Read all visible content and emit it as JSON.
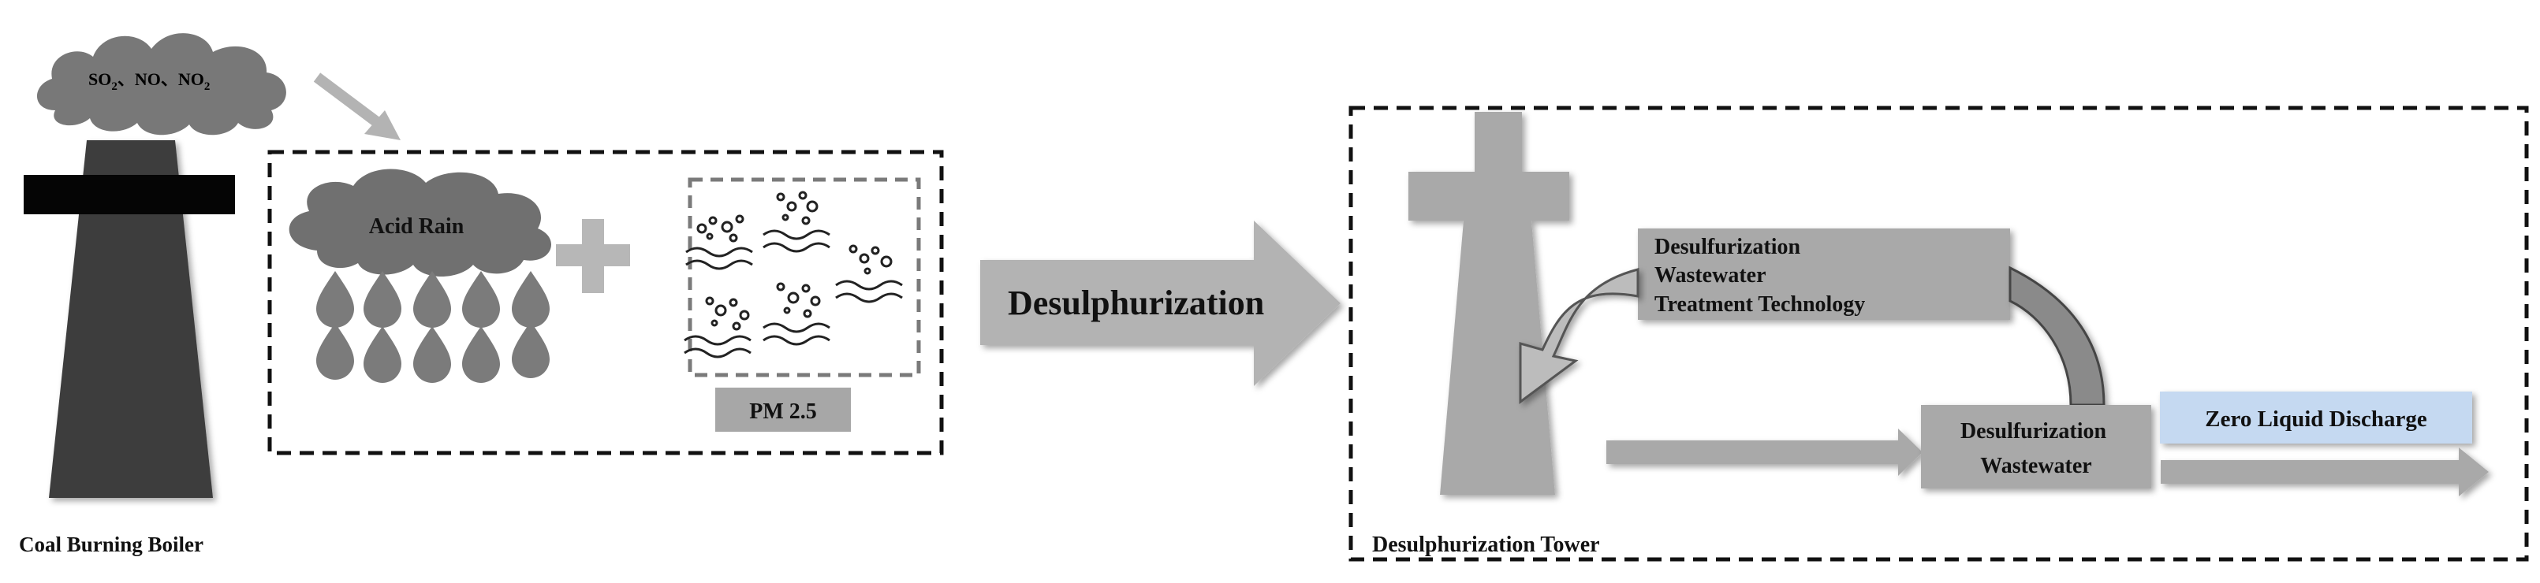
{
  "emissions": {
    "so2": "SO",
    "no": "NO",
    "no2": "NO",
    "sub": "2",
    "sep": "、"
  },
  "boiler_label": "Coal Burning Boiler",
  "acid_rain_label": "Acid Rain",
  "pm_label": "PM 2.5",
  "main_arrow_label": "Desulphurization",
  "tower_label": "Desulphurization Tower",
  "treatment_box": {
    "line1": "Desulfurization",
    "line2": "Wastewater",
    "line3": "Treatment Technology"
  },
  "wastewater_box": {
    "line1": "Desulfurization",
    "line2": "Wastewater"
  },
  "zld_label": "Zero Liquid Discharge",
  "colors": {
    "dark_gray": "#3d3d3d",
    "mid_gray": "#7a7a7a",
    "light_gray": "#a9a9a9",
    "zld_blue": "#c5d9f1",
    "black": "#000000"
  }
}
